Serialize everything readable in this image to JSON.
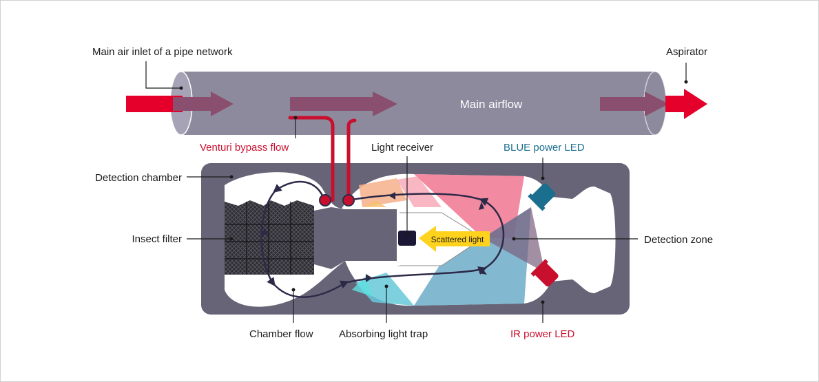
{
  "labels": {
    "main_air_inlet": "Main air inlet of a pipe network",
    "aspirator": "Aspirator",
    "main_airflow": "Main airflow",
    "venturi_bypass_flow": "Venturi bypass flow",
    "light_receiver": "Light receiver",
    "blue_power_led": "BLUE power LED",
    "detection_chamber": "Detection chamber",
    "insect_filter": "Insect filter",
    "scattered_light": "Scattered light",
    "detection_zone": "Detection zone",
    "chamber_flow": "Chamber flow",
    "absorbing_light_trap": "Absorbing light trap",
    "ir_power_led": "IR power LED"
  },
  "colors": {
    "text": "#1a1a1a",
    "venturi_red": "#c8102e",
    "blue_led": "#1a6e8e",
    "ir_red": "#c8102e",
    "pipe": "#8e8a9e",
    "chamber": "#676478",
    "flow_line": "#2c2a48",
    "airflow_arrow": "#e4002b",
    "pipe_arrow": "#8a4f6e",
    "scatter_yellow": "#ffd21e",
    "receiver": "#1a1836"
  },
  "icons": {
    "main_arrow": "arrow-right-icon",
    "led": "led-icon"
  }
}
